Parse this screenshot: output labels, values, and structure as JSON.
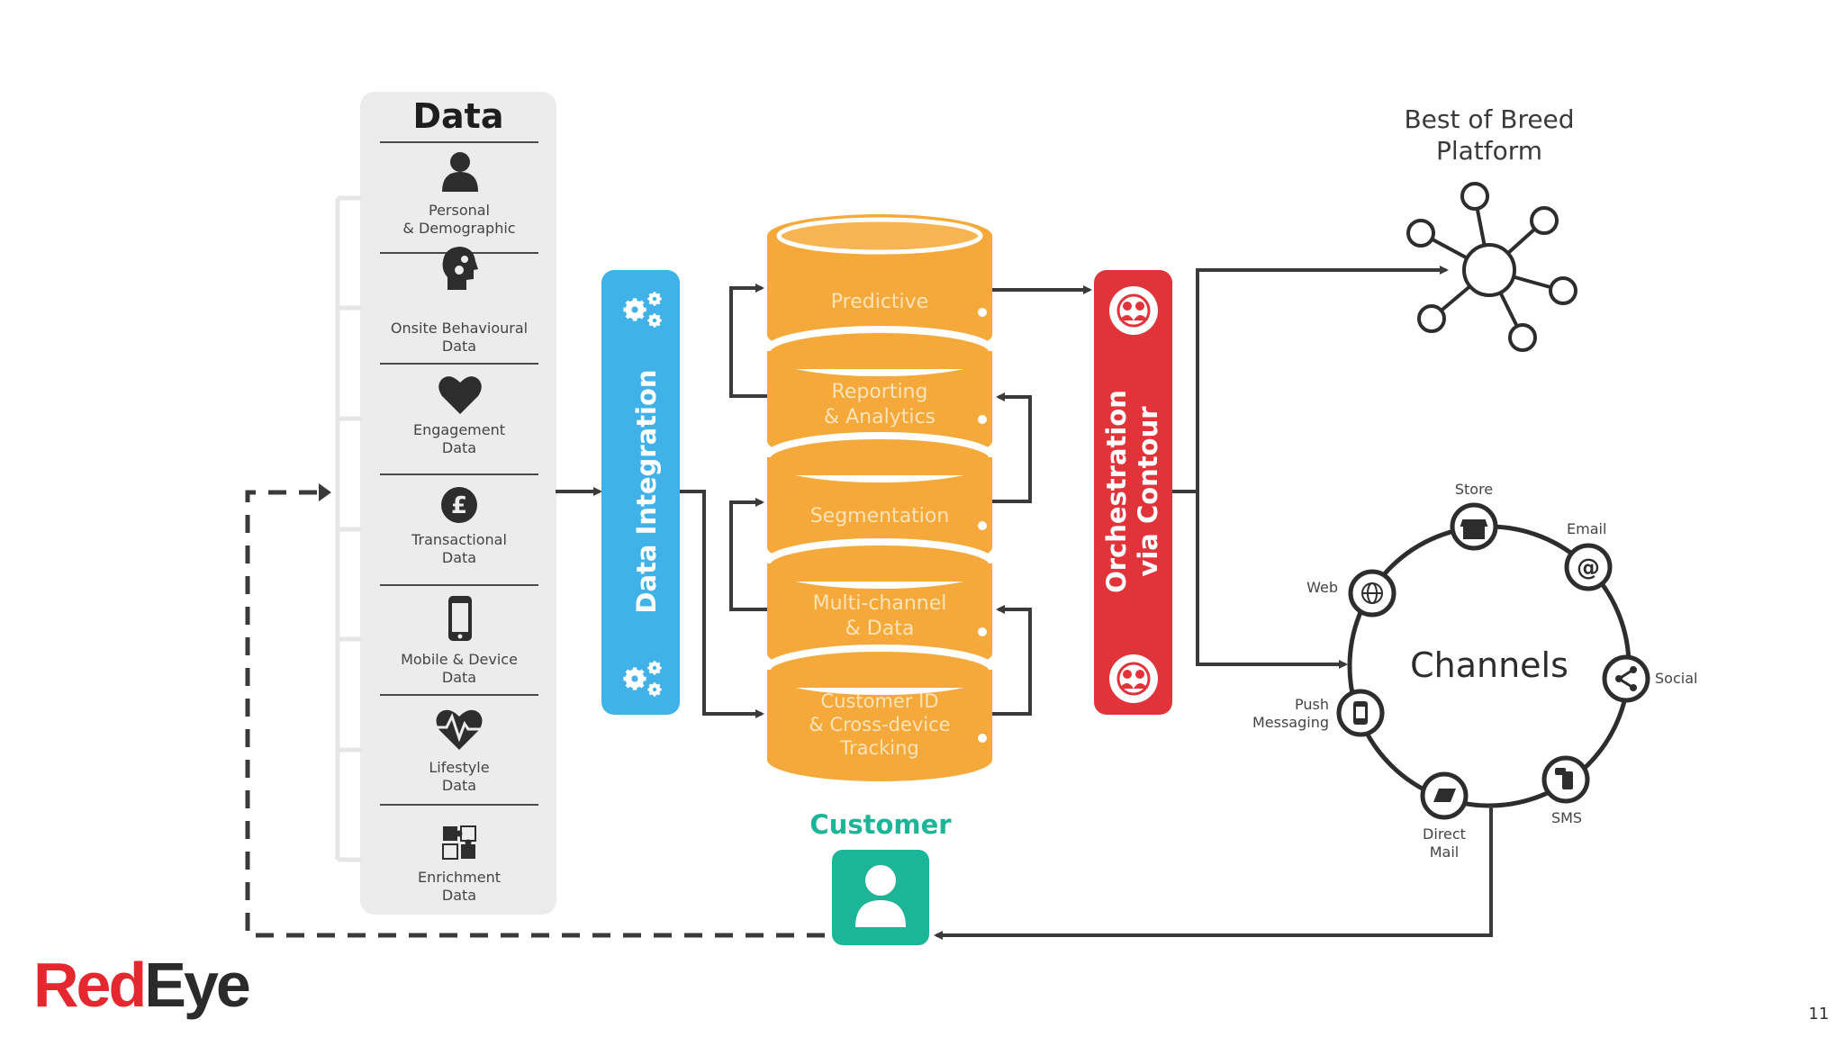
{
  "data_panel": {
    "title": "Data",
    "items": [
      {
        "label": "Personal\n& Demographic",
        "icon": "person-icon"
      },
      {
        "label": "Onsite Behavioural\nData",
        "icon": "head-gears-icon"
      },
      {
        "label": "Engagement\nData",
        "icon": "heart-icon"
      },
      {
        "label": "Transactional\nData",
        "icon": "pound-coin-icon"
      },
      {
        "label": "Mobile & Device\nData",
        "icon": "mobile-phone-icon"
      },
      {
        "label": "Lifestyle\nData",
        "icon": "heartbeat-icon"
      },
      {
        "label": "Enrichment\nData",
        "icon": "puzzle-icon"
      }
    ]
  },
  "integration": {
    "label": "Data Integration",
    "icon": "gears-icon"
  },
  "database": {
    "layers": [
      {
        "label": "Predictive"
      },
      {
        "label": "Reporting\n& Analytics"
      },
      {
        "label": "Segmentation"
      },
      {
        "label": "Multi-channel\n& Data"
      },
      {
        "label": "Customer ID\n& Cross-device\nTracking"
      }
    ]
  },
  "orchestration": {
    "line1": "Orchestration",
    "line2": "via Contour",
    "icon": "people-network-icon"
  },
  "platform": {
    "title_line1": "Best of Breed",
    "title_line2": "Platform",
    "icon": "hub-network-icon"
  },
  "channels": {
    "title": "Channels",
    "items": [
      {
        "label": "Store",
        "icon": "store-icon"
      },
      {
        "label": "Email",
        "icon": "at-sign-icon"
      },
      {
        "label": "Social",
        "icon": "share-icon"
      },
      {
        "label": "SMS",
        "icon": "sms-phone-icon"
      },
      {
        "label": "Direct\nMail",
        "icon": "mail-icon"
      },
      {
        "label": "Push\nMessaging",
        "icon": "push-phone-icon"
      },
      {
        "label": "Web",
        "icon": "globe-icon"
      }
    ]
  },
  "customer": {
    "label": "Customer",
    "icon": "customer-person-icon"
  },
  "logo": {
    "part1": "Red",
    "part2": "Eye"
  },
  "page_number": "11",
  "colors": {
    "panel_bg": "#ececec",
    "integration_blue": "#40b2e8",
    "db_orange": "#f5a93a",
    "orchestration_red": "#e0343a",
    "customer_teal": "#1db597",
    "logo_red": "#e5282f",
    "logo_dark": "#2b2b2b",
    "line_dark": "#3a3a3a"
  }
}
